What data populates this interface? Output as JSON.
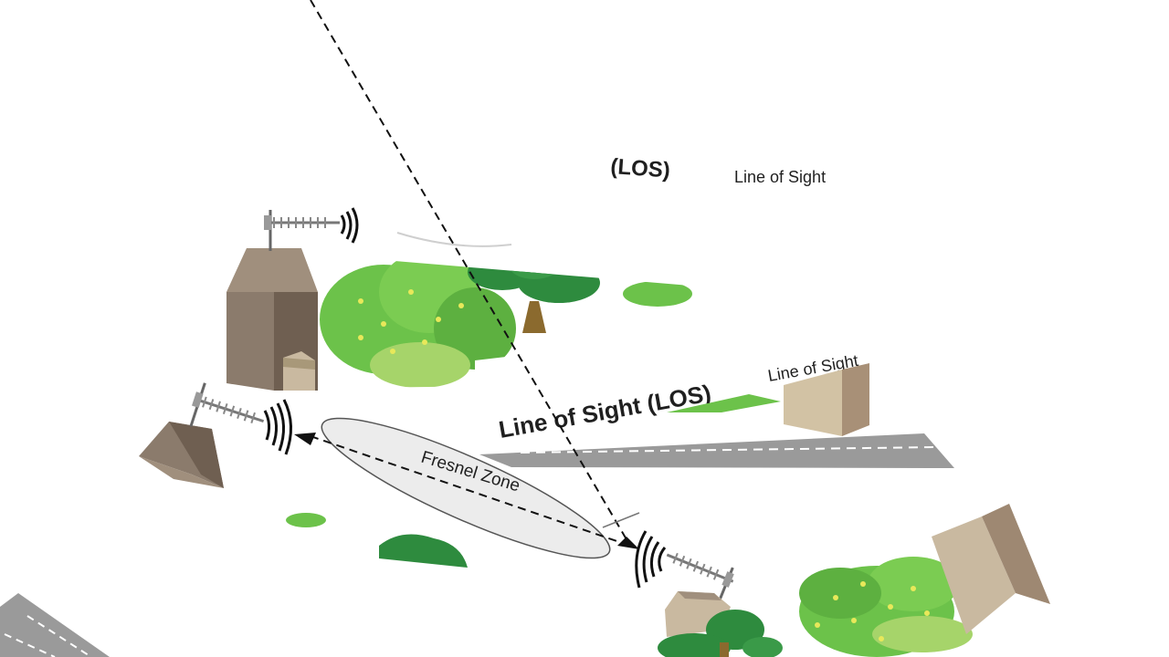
{
  "labels": {
    "title": "Line of Sight (LOS)",
    "title_fragment": "(LOS)",
    "top_line_of_sight": "Line of Sight",
    "mid_line_of_sight": "Line of Sight",
    "fresnel_zone": "Fresnel Zone"
  },
  "colors": {
    "background": "#ffffff",
    "building": "#8b7b6c",
    "building_light": "#c9b9a0",
    "tree_dark": "#2e8b3e",
    "tree_light": "#6cc24a",
    "road": "#9a9a9a",
    "fresnel_fill": "#ececec"
  },
  "icons": {
    "antenna": "yagi-antenna-icon",
    "signal": "signal-waves-icon"
  }
}
